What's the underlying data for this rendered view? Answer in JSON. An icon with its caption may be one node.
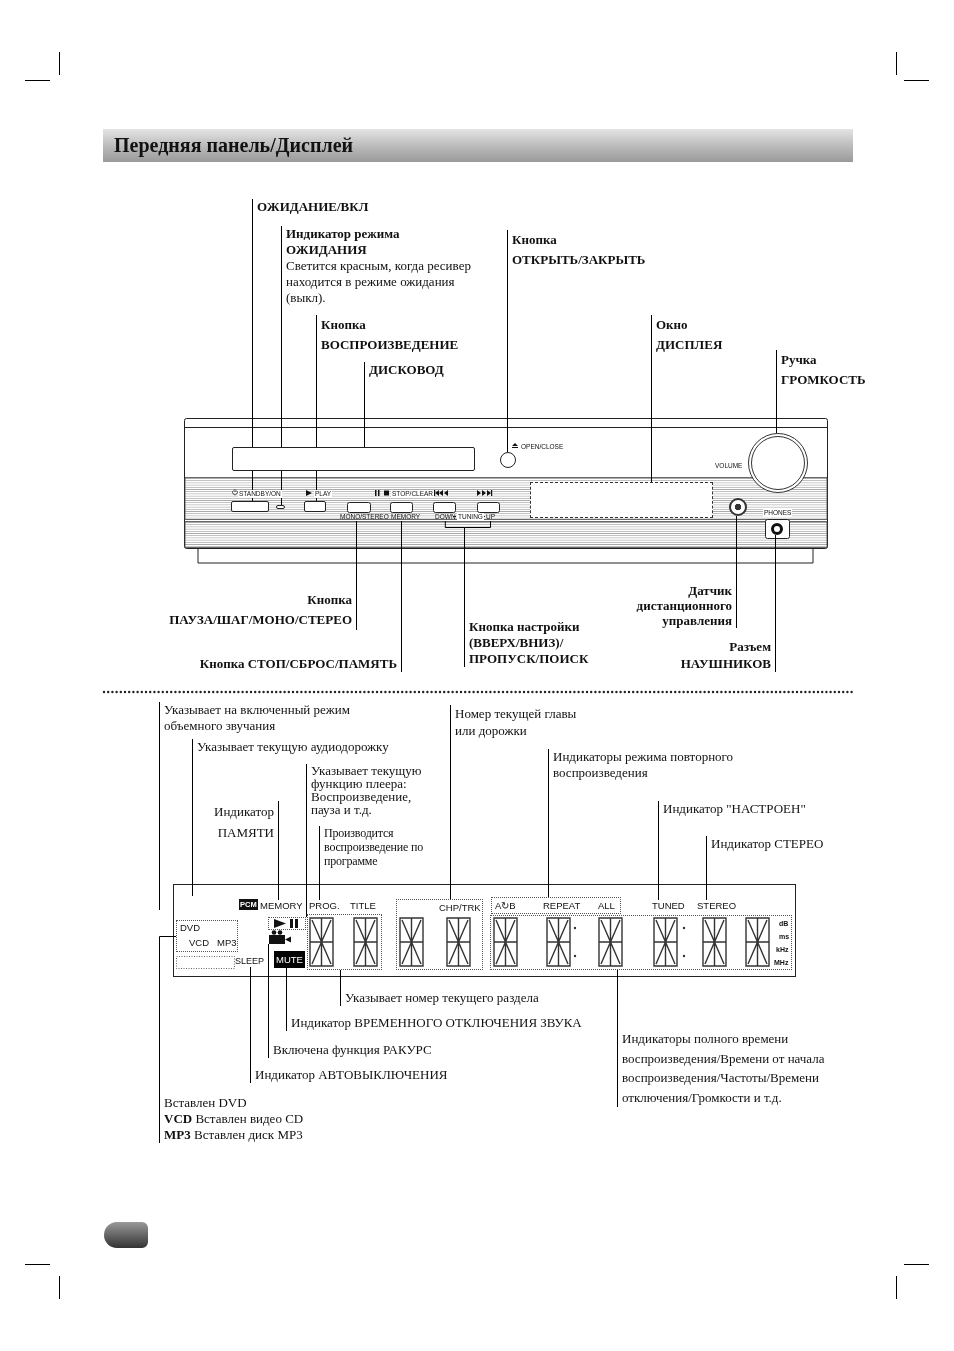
{
  "diagram": {
    "title": "Передняя панель/Дисплей",
    "nodes": [
      {
        "text": [
          "ОЖИДАНИЕ/ВКЛ"
        ]
      },
      {
        "text": [
          "Индикатор режима ОЖИДАНИЯ",
          "Светится красным, когда ресивер находится в режиме ожидания (выкл)."
        ]
      },
      {
        "text": [
          "Кнопка ОТКРЫТЬ/ЗАКРЫТЬ"
        ]
      },
      {
        "text": [
          "Кнопка ВОСПРОИЗВЕДЕНИЕ"
        ]
      },
      {
        "text": [
          "Окно ДИСПЛЕЯ"
        ]
      },
      {
        "text": [
          "ДИСКОВОД"
        ]
      },
      {
        "text": [
          "Ручка ГРОМКОСТЬ"
        ]
      },
      {
        "text": [],
        "shape": "box"
      },
      {
        "text": [],
        "shape": "box"
      },
      {
        "text": [],
        "shape": "box"
      },
      {
        "text": [],
        "shape": "box"
      },
      {
        "text": [],
        "shape": "circle"
      },
      {
        "text": [],
        "shape": "box"
      },
      {
        "text": [],
        "shape": "circle"
      },
      {
        "text": [
          "MONO/STEREO"
        ]
      },
      {
        "text": [
          "MEMORY"
        ]
      },
      {
        "text": [
          "DOWN"
        ]
      },
      {
        "text": [
          "UP"
        ]
      },
      {
        "text": [],
        "shape": "circle"
      },
      {
        "text": [],
        "shape": "circle"
      },
      {
        "text": [
          "Кнопка ПАУЗА/ШАГ/МОНО/СТЕРЕО"
        ]
      },
      {
        "text": [
          "Кнопка СТОП/СБРОС/ПАМЯТЬ"
        ]
      },
      {
        "text": [
          "Кнопка настройки (ВВЕРХ/ВНИЗ)/ ПРОПУСК/ПОИСК"
        ]
      },
      {
        "text": [
          "Датчик дистанционного управления"
        ]
      },
      {
        "text": [
          "Разъем НАУШНИКОВ"
        ]
      },
      {
        "text": [
          "Указывает на включенный режим объемного звучания"
        ]
      },
      {
        "text": [
          "Номер текущей главы или дорожки"
        ]
      },
      {
        "text": [
          "Указывает текущую аудиодорожку"
        ]
      },
      {
        "text": [
          "Индикаторы режима повторного воспроизведения"
        ]
      },
      {
        "text": [
          "Указывает текущую функцию плеера: Воспроизведение, пауза и т.д."
        ]
      },
      {
        "text": [
          "Индикатор ПАМЯТИ"
        ]
      },
      {
        "text": [
          "Индикатор \"НАСТРОЕН\""
        ]
      },
      {
        "text": [
          "Производится воспроизведение по программе"
        ]
      },
      {
        "text": [
          "Индикатор СТЕРЕО"
        ]
      },
      {
        "text": [
          "MEMORY"
        ]
      },
      {
        "text": [
          "PROG."
        ]
      },
      {
        "text": [],
        "shape": "box"
      },
      {
        "text": [
          "CHP/TRK"
        ]
      },
      {
        "text": [
          "A↻B",
          "REPEAT",
          "ALL"
        ]
      },
      {
        "text": [
          "TUNED"
        ]
      },
      {
        "text": [
          "STEREO"
        ]
      },
      {
        "text": [],
        "shape": "box"
      },
      {
        "text": [
          "DVD",
          "VCD",
          "MP3"
        ]
      },
      {
        "text": [],
        "shape": "camera"
      },
      {
        "text": [
          "SLEEP"
        ]
      },
      {
        "text": [
          "MUTE"
        ]
      },
      {
        "text": [
          "dB",
          "ms",
          "kHz",
          "MHz"
        ]
      },
      {
        "text": [
          "Указывает номер текущего раздела"
        ]
      },
      {
        "text": [
          "Индикатор ВРЕМЕННОГО ОТКЛЮЧЕНИЯ ЗВУКА"
        ]
      },
      {
        "text": [
          "Индикаторы полного времени воспроизведения/Времени от начала воспроизведения/Частоты/Времени отключения/Громкости и т.д."
        ]
      },
      {
        "text": [
          "Включена функция РАКУРС"
        ]
      },
      {
        "text": [
          "Индикатор АВТОВЫКЛЮЧЕНИЯ"
        ]
      },
      {
        "text": [
          "Вставлен DVD",
          "**VCD** Вставлен видео CD",
          "**MP3** Вставлен диск MP3"
        ]
      }
    ],
    "edges": [
      {
        "from": 0,
        "to": 7,
        "arrow": "none"
      },
      {
        "from": 1,
        "to": 8,
        "arrow": "none"
      },
      {
        "from": 2,
        "to": 11,
        "arrow": "none"
      },
      {
        "from": 3,
        "to": 9,
        "arrow": "none"
      },
      {
        "from": 4,
        "to": 12,
        "arrow": "none"
      },
      {
        "from": 5,
        "to": 10,
        "arrow": "none"
      },
      {
        "from": 6,
        "to": 13,
        "arrow": "none"
      },
      {
        "from": 20,
        "to": 14,
        "arrow": "none"
      },
      {
        "from": 21,
        "to": 15,
        "arrow": "none"
      },
      {
        "from": 22,
        "to": 16,
        "arrow": "none"
      },
      {
        "from": 22,
        "to": 17,
        "arrow": "none"
      },
      {
        "from": 23,
        "to": 18,
        "arrow": "none"
      },
      {
        "from": 24,
        "to": 19,
        "arrow": "none"
      },
      {
        "from": 25,
        "to": null,
        "arrow": "none"
      },
      {
        "from": 27,
        "to": null,
        "arrow": "none"
      },
      {
        "from": 26,
        "to": 37,
        "arrow": "none"
      },
      {
        "from": 28,
        "to": 38,
        "arrow": "none"
      },
      {
        "from": 29,
        "to": 41,
        "arrow": "none"
      },
      {
        "from": 30,
        "to": 34,
        "arrow": "none"
      },
      {
        "from": 31,
        "to": 39,
        "arrow": "none"
      },
      {
        "from": 32,
        "to": 35,
        "arrow": "none"
      },
      {
        "from": 33,
        "to": 40,
        "arrow": "none"
      },
      {
        "from": 47,
        "to": 36,
        "arrow": "none"
      },
      {
        "from": 48,
        "to": 45,
        "arrow": "none"
      },
      {
        "from": 49,
        "to": 46,
        "arrow": "none"
      },
      {
        "from": 50,
        "to": 43,
        "arrow": "none"
      },
      {
        "from": 51,
        "to": 44,
        "arrow": "none"
      },
      {
        "from": 52,
        "to": 42,
        "arrow": "none"
      }
    ],
    "labels": [
      "OPEN/CLOSE",
      "VOLUME",
      "STANDBY/ON",
      "PLAY",
      "STOP/CLEAR",
      "PHONES",
      "TUNING",
      "PCM",
      "TITLE"
    ]
  }
}
